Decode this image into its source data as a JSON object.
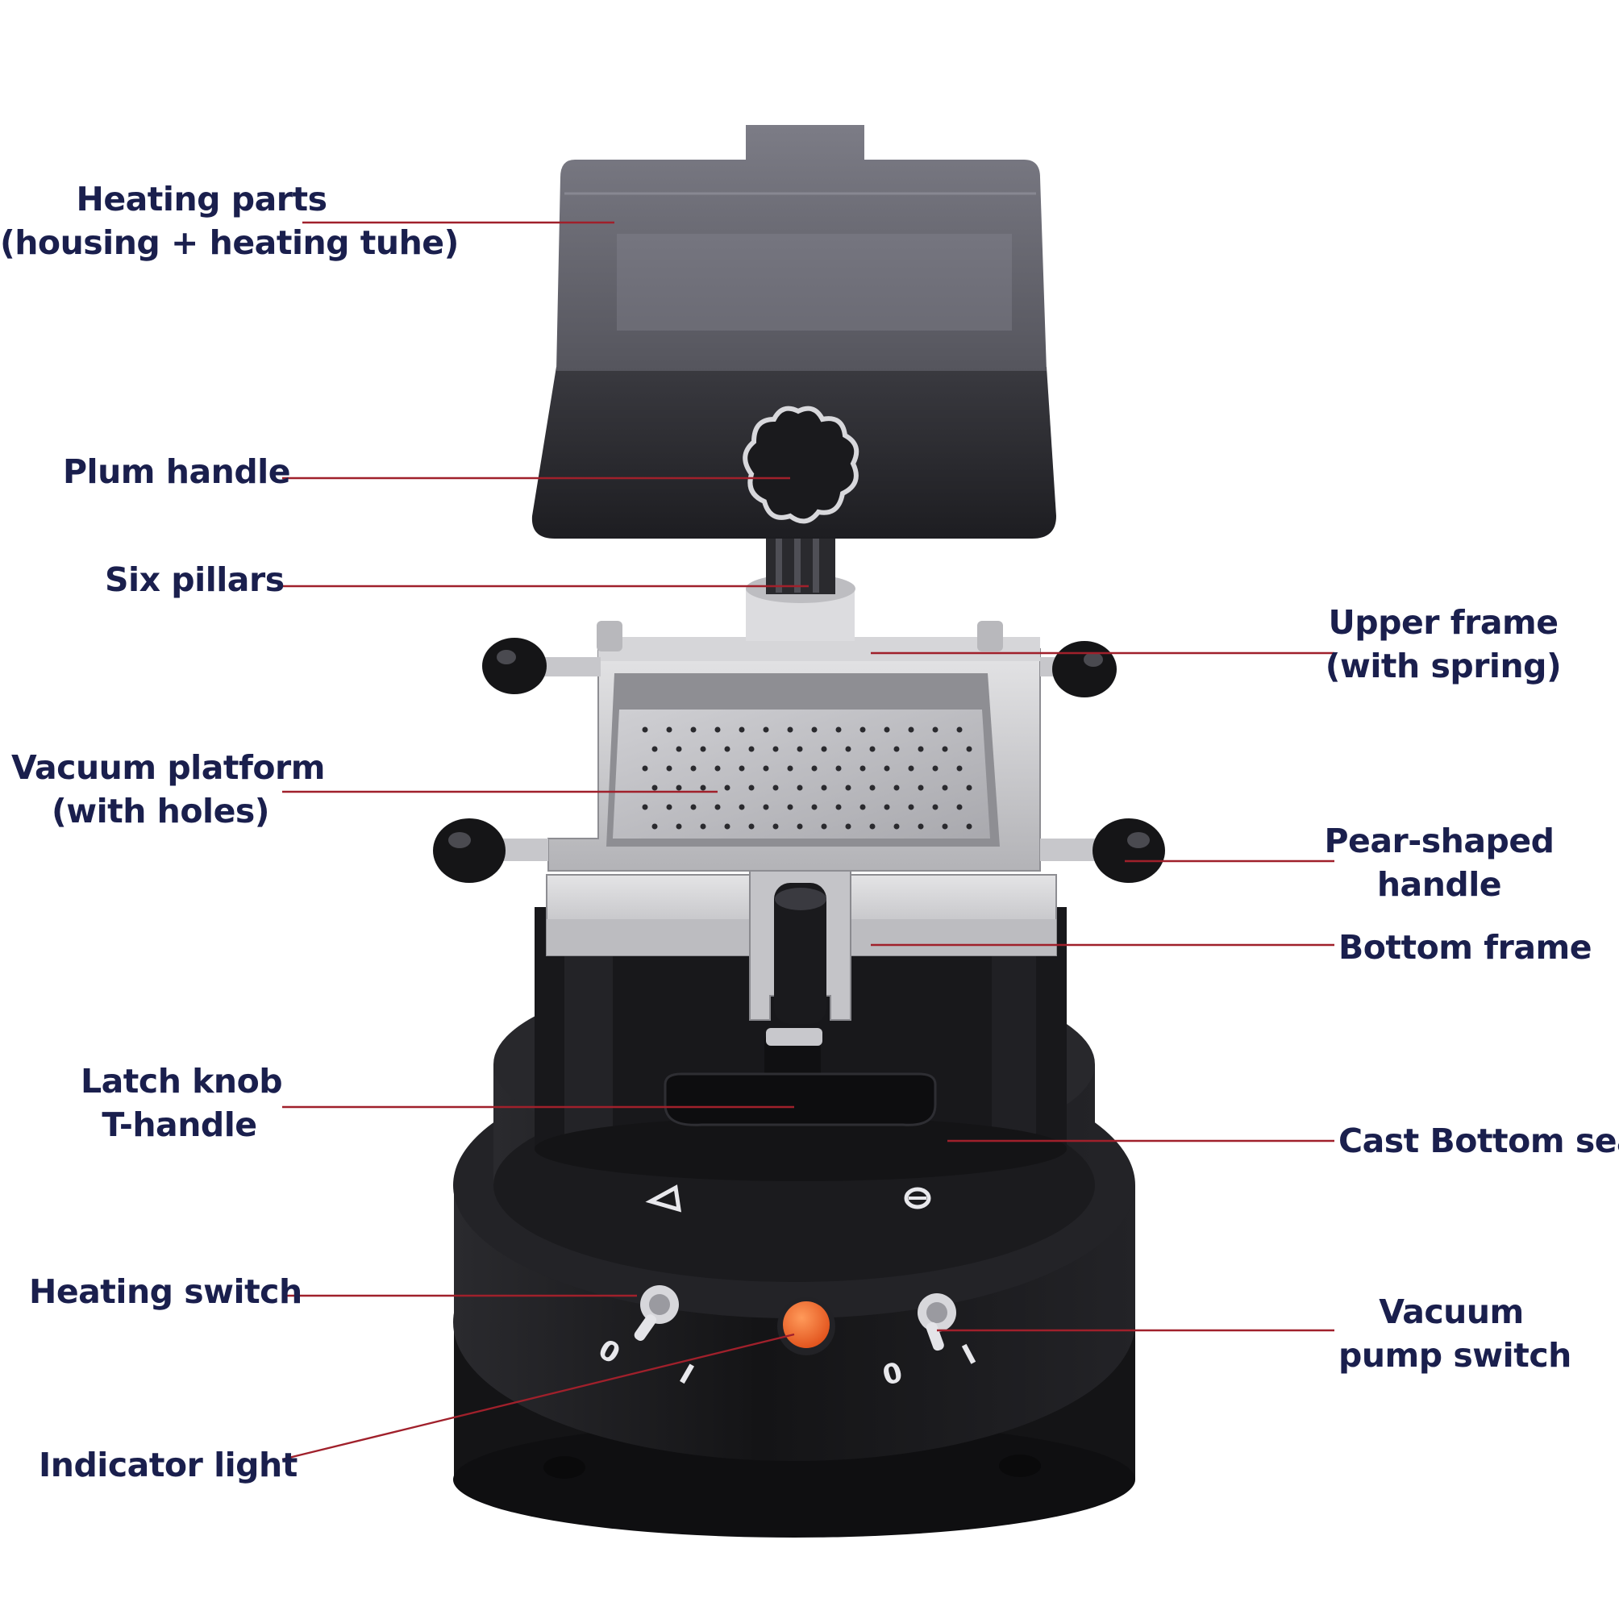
{
  "labels": {
    "heating_parts": {
      "line1": "Heating parts",
      "line2": "(housing + heating tuhe)"
    },
    "plum_handle": {
      "line1": "Plum handle"
    },
    "six_pillars": {
      "line1": "Six pillars"
    },
    "vacuum_platform": {
      "line1": "Vacuum platform",
      "line2": "(with holes)"
    },
    "latch_knob": {
      "line1": "Latch knob",
      "line2": "T-handle"
    },
    "heating_switch": {
      "line1": "Heating switch"
    },
    "indicator_light": {
      "line1": "Indicator light"
    },
    "upper_frame": {
      "line1": "Upper frame",
      "line2": "(with spring)"
    },
    "pear_handle": {
      "line1": "Pear-shaped",
      "line2": "handle"
    },
    "bottom_frame": {
      "line1": "Bottom frame"
    },
    "cast_seat": {
      "line1": "Cast Bottom seat"
    },
    "vacuum_pump": {
      "line1": "Vacuum",
      "line2": "pump switch"
    }
  },
  "switch_markings": {
    "left_o": "0",
    "left_i": "I",
    "right_o": "0",
    "right_i": "I"
  },
  "colors": {
    "label_text": "#1a1f4d",
    "leader_line": "#a0202b",
    "body_black": "#1c1c1f",
    "frame_silver": "#c9c9cc",
    "indicator_orange": "#f06a22"
  },
  "icons": [
    "plum-handle-icon",
    "triangle-mark-icon",
    "circle-mark-icon",
    "toggle-switch-icon",
    "indicator-light-icon"
  ]
}
